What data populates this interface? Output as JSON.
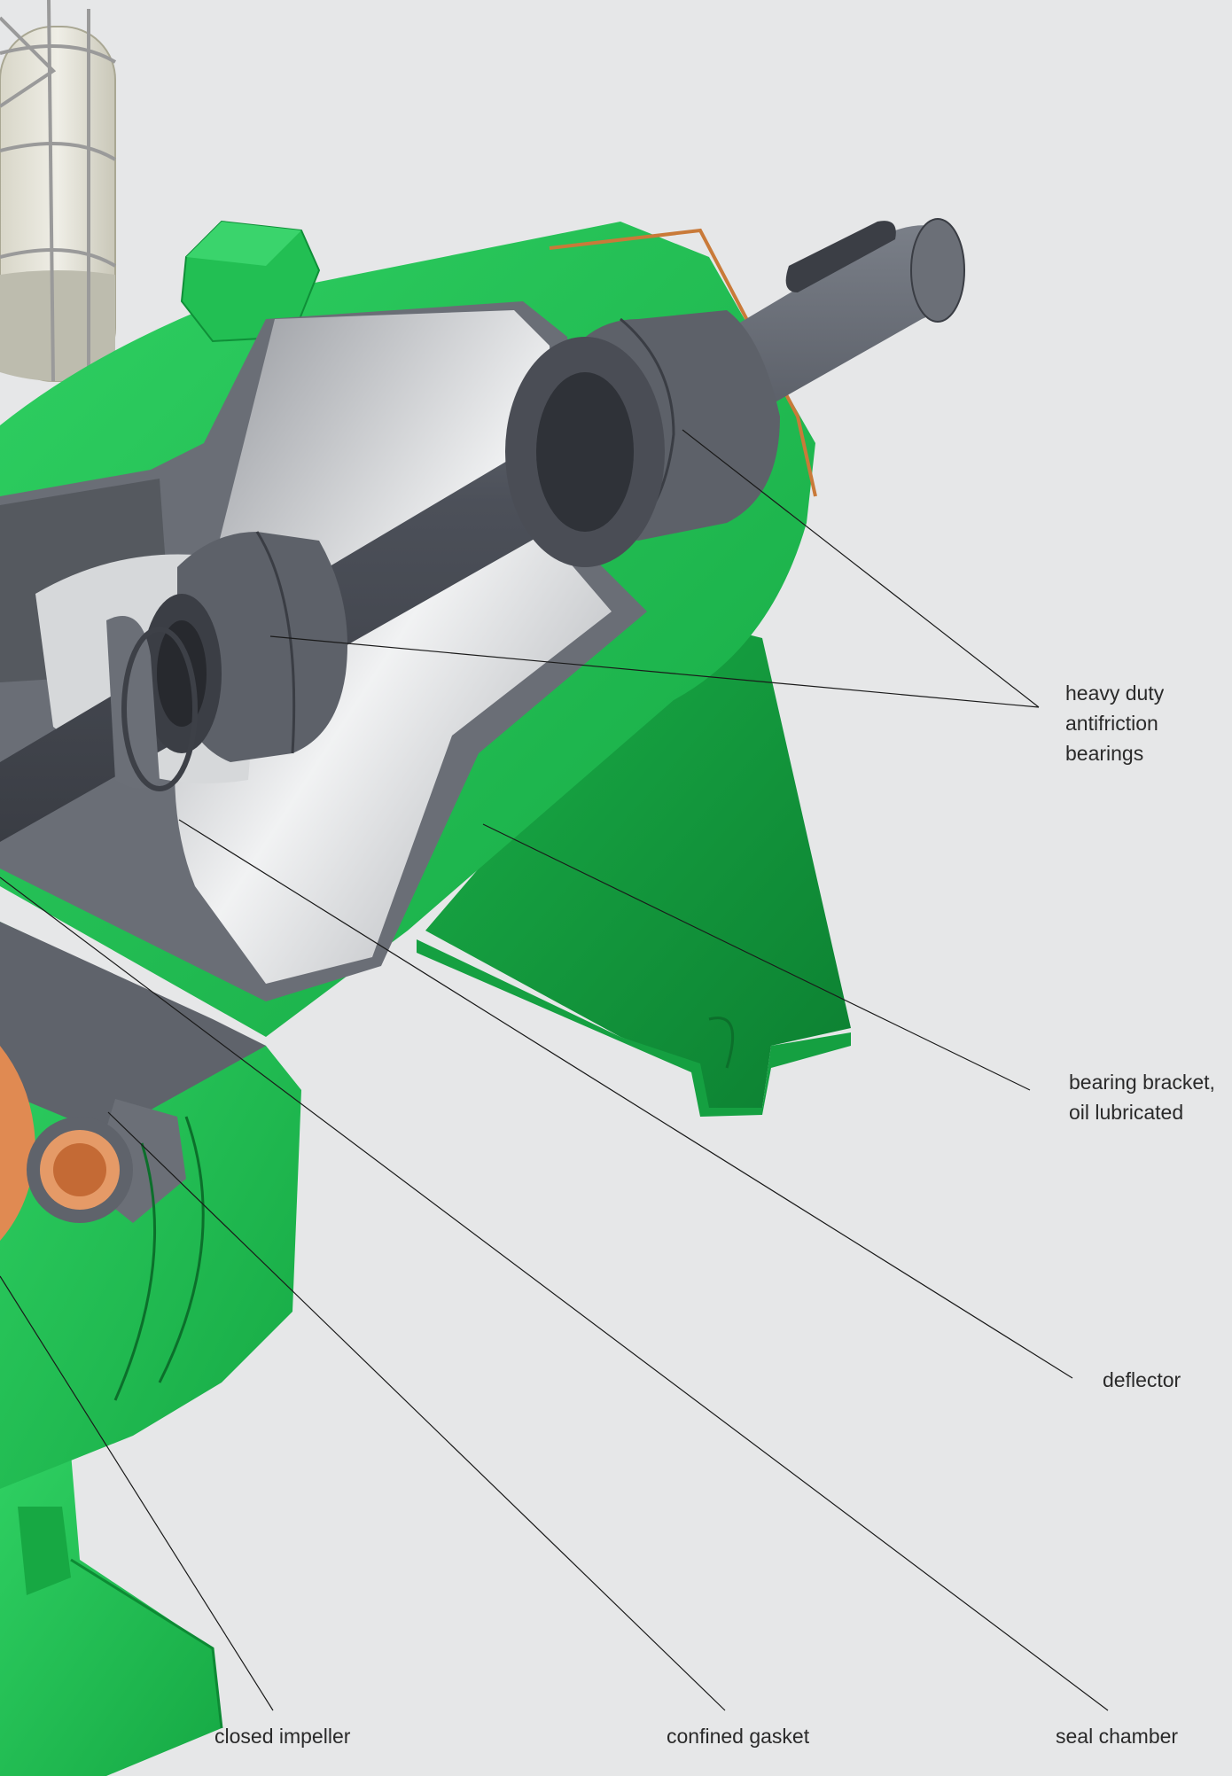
{
  "labels": {
    "bearings": [
      "heavy duty",
      "antifriction",
      "bearings"
    ],
    "bracket": [
      "bearing bracket,",
      "oil lubricated"
    ],
    "deflector": "deflector",
    "impeller": "closed impeller",
    "gasket": "confined gasket",
    "seal": "seal chamber"
  },
  "colors": {
    "background": "#e6e7e8",
    "casing_green": "#1fbf4f",
    "casing_green_dark": "#0f8f38",
    "steel_dark": "#5a5e66",
    "shaft": "#4b4f57",
    "impeller_copper": "#d97a45",
    "leader_line": "#1a1a1a"
  }
}
